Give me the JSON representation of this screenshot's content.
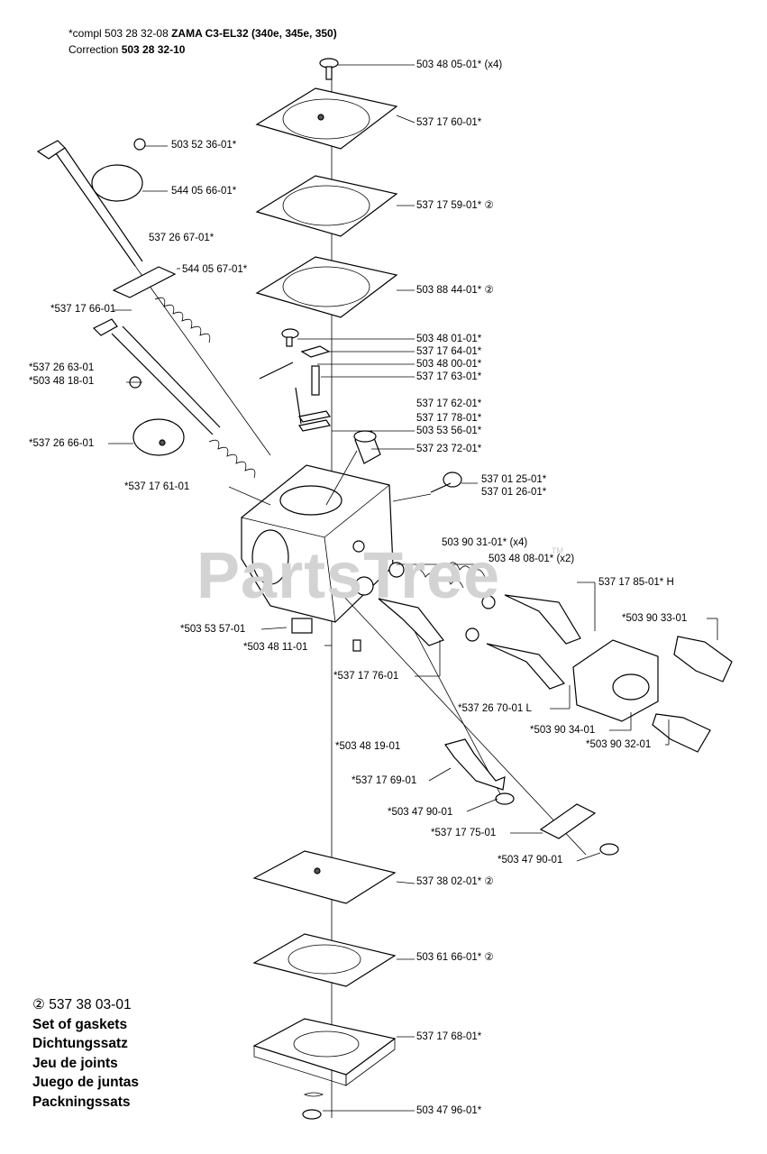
{
  "header": {
    "line1_pre": "*compl 503 28 32-08 ",
    "line1_bold": "ZAMA C3-EL32 (340e, 345e, 350)",
    "line2_pre": "Correction ",
    "line2_bold": "503 28 32-10"
  },
  "watermark": {
    "text": "PartsTree",
    "tm": "TM"
  },
  "legend": {
    "code": "537 38 03-01",
    "lines": [
      "Set of gaskets",
      "Dichtungssatz",
      "Jeu de joints",
      "Juego de juntas",
      "Packningssats"
    ]
  },
  "labels": [
    "503 48 05-01* (x4)",
    "537 17 60-01*",
    "503 52 36-01*",
    "544 05 66-01*",
    "537 17 59-01* ②",
    "537 26 67-01*",
    "544 05 67-01*",
    "503 88 44-01* ②",
    "*537 17 66-01",
    "503 48 01-01*",
    "537 17 64-01*",
    "503 48 00-01*",
    "537 17 63-01*",
    "*537 26 63-01",
    "*503 48 18-01",
    "537 17 62-01*",
    "537 17 78-01*",
    "503 53 56-01*",
    "*537 26 66-01",
    "537 23 72-01*",
    "537 01 25-01*",
    "537 01 26-01*",
    "*537 17 61-01",
    "503 90 31-01* (x4)",
    "503 48 08-01* (x2)",
    "537 17 85-01* H",
    "*503 90 33-01",
    "*503 53 57-01",
    "*503 48 11-01",
    "*537 17 76-01",
    "*537 26 70-01 L",
    "*503 90 34-01",
    "*503 90 32-01",
    "*503 48 19-01",
    "*537 17 69-01",
    "*503 47 90-01",
    "*537 17 75-01",
    "*503 47 90-01",
    "537 38 02-01* ②",
    "503 61 66-01* ②",
    "537 17 68-01*",
    "503 47 96-01*"
  ]
}
